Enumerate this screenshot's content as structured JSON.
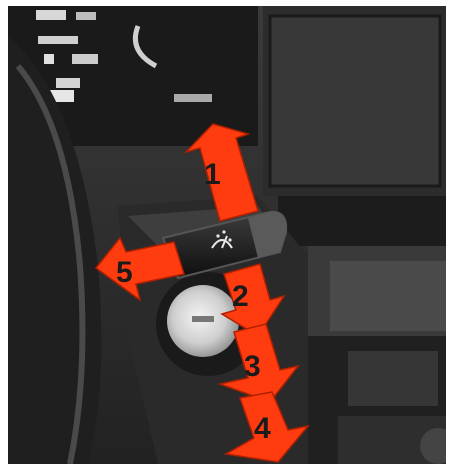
{
  "diagram": {
    "arrows": [
      {
        "label": "1"
      },
      {
        "label": "2"
      },
      {
        "label": "3"
      },
      {
        "label": "4"
      },
      {
        "label": "5"
      }
    ],
    "stalk_symbol": "windshield-wiper-washer-icon",
    "arrow_color": "#ff3c10"
  }
}
